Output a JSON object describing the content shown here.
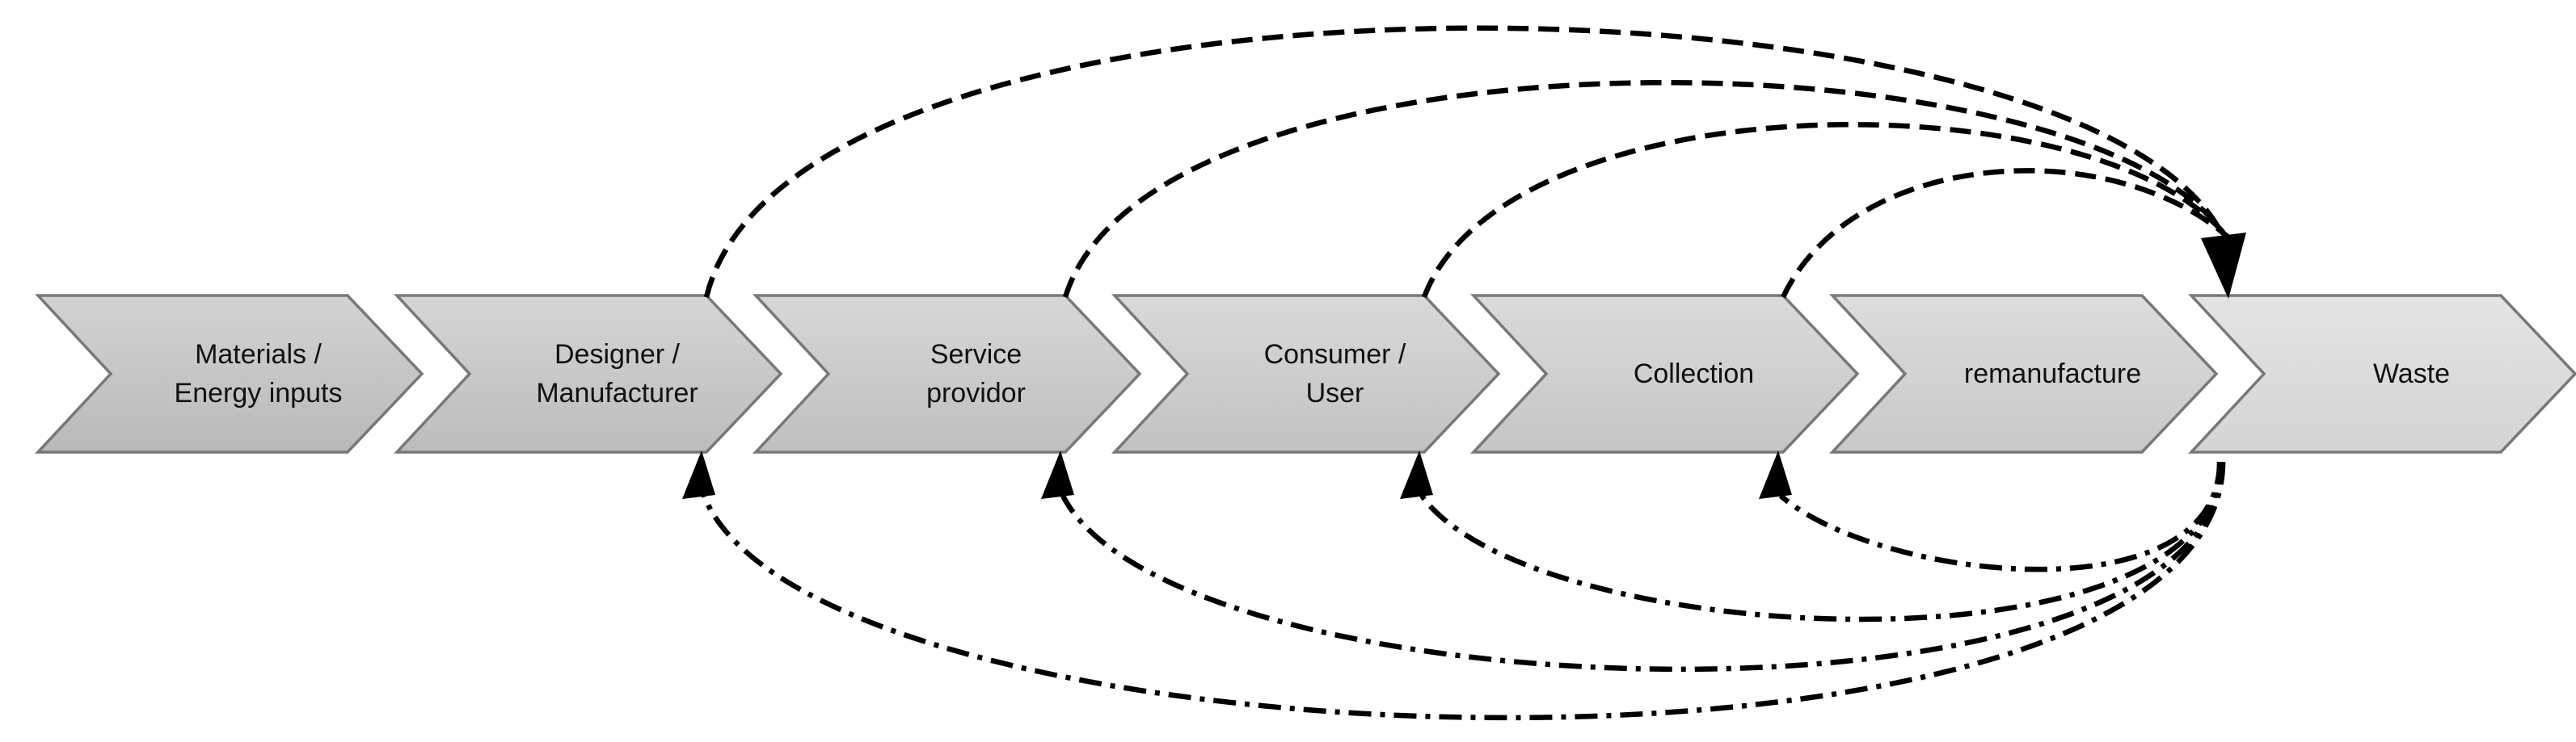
{
  "stages": [
    {
      "id": "materials-energy-inputs",
      "label": "Materials /\nEnergy inputs"
    },
    {
      "id": "designer-manufacturer",
      "label": "Designer /\nManufacturer"
    },
    {
      "id": "service-providor",
      "label": "Service\nprovidor"
    },
    {
      "id": "consumer-user",
      "label": "Consumer /\nUser"
    },
    {
      "id": "collection",
      "label": "Collection"
    },
    {
      "id": "remanufacture",
      "label": "remanufacture"
    },
    {
      "id": "waste",
      "label": "Waste"
    }
  ],
  "feedback_loops": {
    "top": {
      "line_style": "dashed",
      "converge_point": "gap between remanufacture and Waste",
      "arrowhead": "single large arrowhead pointing down",
      "from_stages": [
        "designer-manufacturer",
        "service-providor",
        "consumer-user",
        "collection"
      ]
    },
    "bottom": {
      "line_style": "dash-dot",
      "origin_point": "gap between remanufacture and Waste",
      "arrowhead": "upward arrowhead at each target stage bottom edge",
      "to_stages": [
        "designer-manufacturer",
        "service-providor",
        "consumer-user",
        "collection"
      ]
    }
  },
  "colors": {
    "background": "#ffffff",
    "chevron_border": "#787878",
    "chevron_fill_top": "#d9d9d9",
    "chevron_fill_bottom": "#c0c0c0",
    "chevron_fill_waste_top": "#e4e4e4",
    "chevron_fill_waste_bottom": "#d4d4d4",
    "arrow_color": "#000000",
    "text_color": "#111111"
  }
}
